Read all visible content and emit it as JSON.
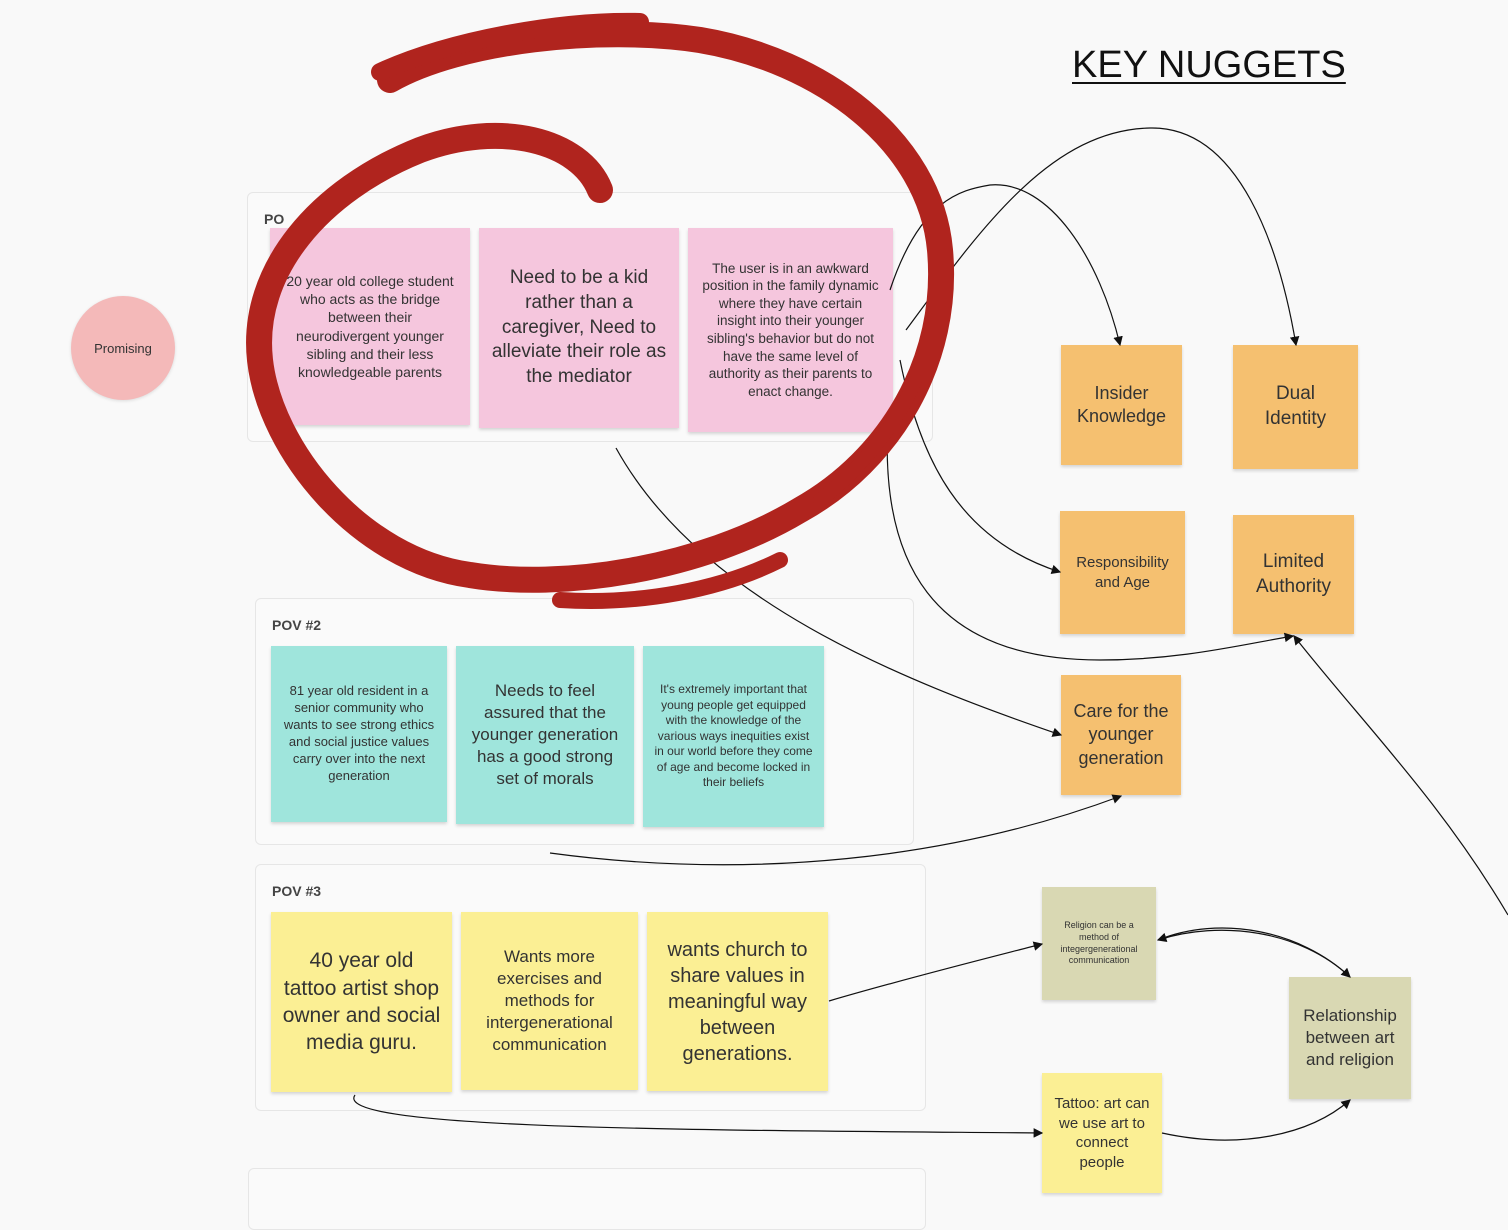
{
  "title": "KEY NUGGETS",
  "badge": "Promising",
  "pov1": {
    "label": "PO",
    "notes": [
      "20 year old college student who acts as the bridge between their neurodivergent younger sibling and their less knowledgeable parents",
      "Need to be a kid rather than a caregiver, Need to alleviate their role as the mediator",
      "The user is in an awkward position in the family dynamic where they have certain insight into their younger sibling's behavior but do not have the same level of authority as their parents to enact change."
    ]
  },
  "pov2": {
    "label": "POV #2",
    "notes": [
      "81 year old resident in a senior community who wants to see strong ethics and social justice values carry over into the next generation",
      "Needs to feel assured that the younger generation has a good strong set of morals",
      "It's extremely important that young people get equipped with the knowledge of the various ways inequities exist in our world before they come of age and become locked in their beliefs"
    ]
  },
  "pov3": {
    "label": "POV #3",
    "notes": [
      "40 year old tattoo artist shop owner and social media guru.",
      "Wants more exercises and methods for intergenerational communication",
      "wants church to share values in meaningful way between generations."
    ]
  },
  "nuggets": {
    "insider": "Insider Knowledge",
    "dual": "Dual Identity",
    "responsibility": "Responsibility and Age",
    "limited": "Limited Authority",
    "care": "Care for the younger generation",
    "religion": "Religion can be a method of integergenerational communication",
    "relationship": "Relationship between art and religion",
    "tattoo": "Tattoo: art can we use art to connect people"
  },
  "colors": {
    "pink": "#f5c6dd",
    "teal": "#9fe5dc",
    "yellow": "#fbef94",
    "orange": "#f5c070",
    "olive": "#d9d8b3",
    "badge": "#f4b9b9",
    "red_marker": "#b0241e"
  }
}
